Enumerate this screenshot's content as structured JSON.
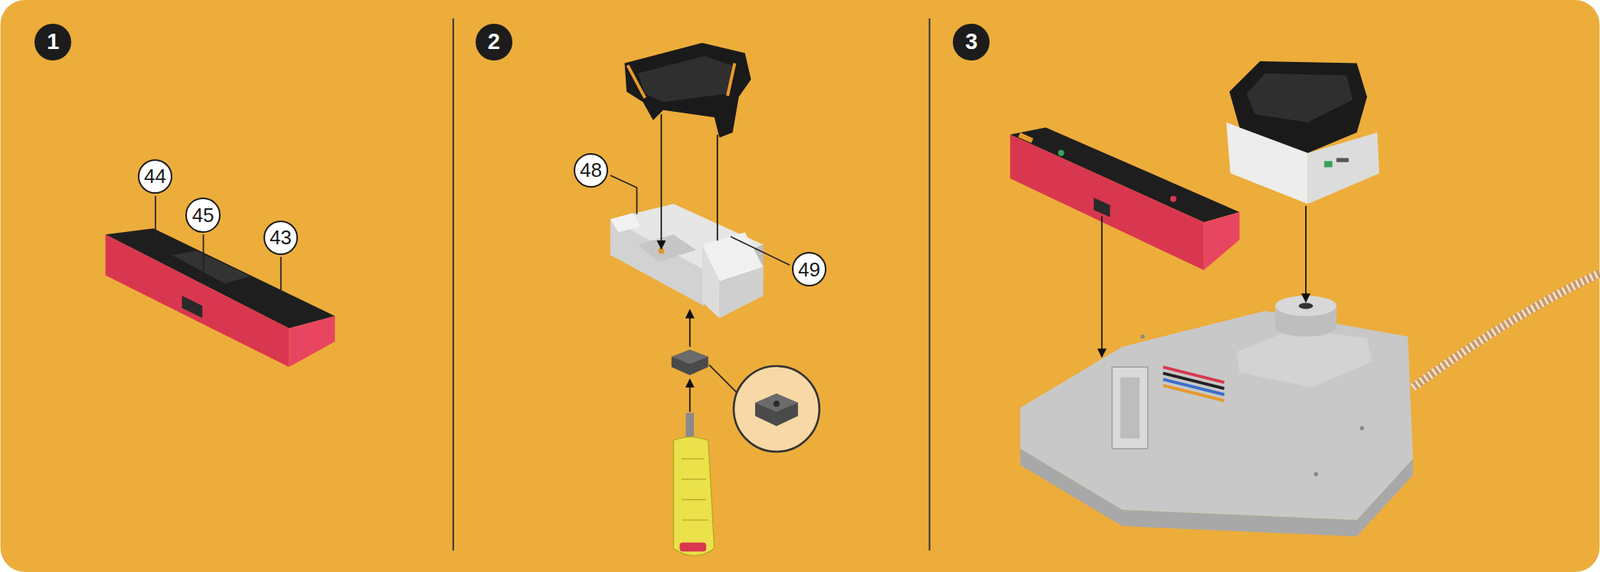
{
  "diagram": {
    "labels": [
      "1",
      "44",
      "45",
      "43",
      "2",
      "48",
      "49",
      "3"
    ]
  }
}
